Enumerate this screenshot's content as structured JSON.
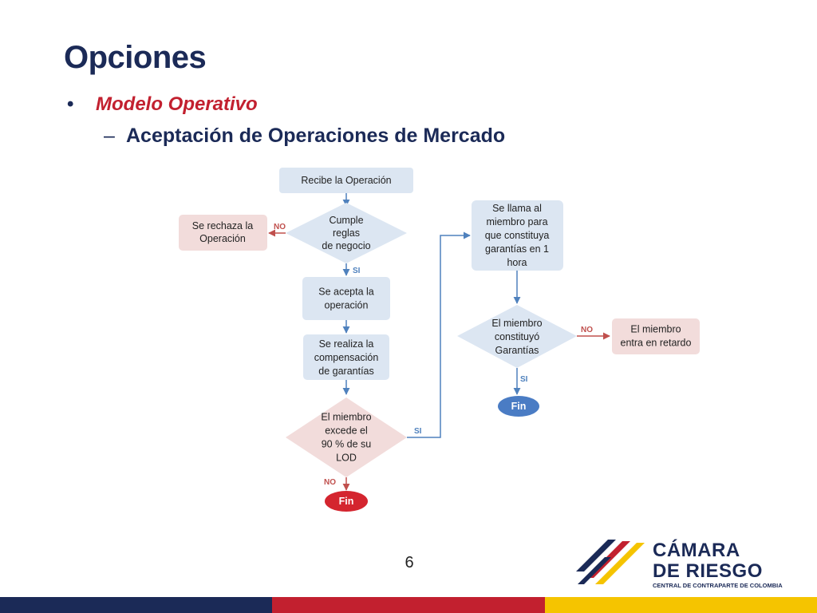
{
  "slide": {
    "title": "Opciones",
    "bullet": "Modelo Operativo",
    "bullet_marker": "•",
    "sub_bullet": "Aceptación de Operaciones de Mercado",
    "sub_marker": "–",
    "page_number": "6"
  },
  "flowchart": {
    "recibe": [
      "Recibe la Operación"
    ],
    "cumple": [
      "Cumple",
      "reglas",
      "de negocio"
    ],
    "rechaza": [
      "Se rechaza la",
      "Operación"
    ],
    "acepta": [
      "Se acepta la",
      "operación"
    ],
    "compensacion": [
      "Se realiza la",
      "compensación",
      "de garantías"
    ],
    "excede": [
      "El miembro",
      "excede el",
      "90 % de su",
      "LOD"
    ],
    "fin_left": [
      "Fin"
    ],
    "llama": [
      "Se llama al",
      "miembro para",
      "que constituya",
      "garantías en 1",
      "hora"
    ],
    "constituyo": [
      "El miembro",
      "constituyó",
      "Garantías"
    ],
    "retardo": [
      "El miembro",
      "entra en retardo"
    ],
    "fin_right": [
      "Fin"
    ],
    "label_no_rechaza": "NO",
    "label_si_acepta": "SI",
    "label_si_excede": "SI",
    "label_no_excede": "NO",
    "label_no_retardo": "NO",
    "label_si_fin": "SI"
  },
  "logo": {
    "line1": "CÁMARA",
    "line2": "DE RIESGO",
    "line3": "CENTRAL DE CONTRAPARTE DE COLOMBIA"
  },
  "colors": {
    "navy": "#1b2a57",
    "red": "#c2202f",
    "yellow": "#f5c400",
    "blue_box": "#dce6f2",
    "pink_box": "#f2dcdb",
    "blue_arrow": "#4f81bd",
    "red_arrow": "#c0504d",
    "fin_blue": "#4a7cc4",
    "fin_red": "#d4252f"
  }
}
